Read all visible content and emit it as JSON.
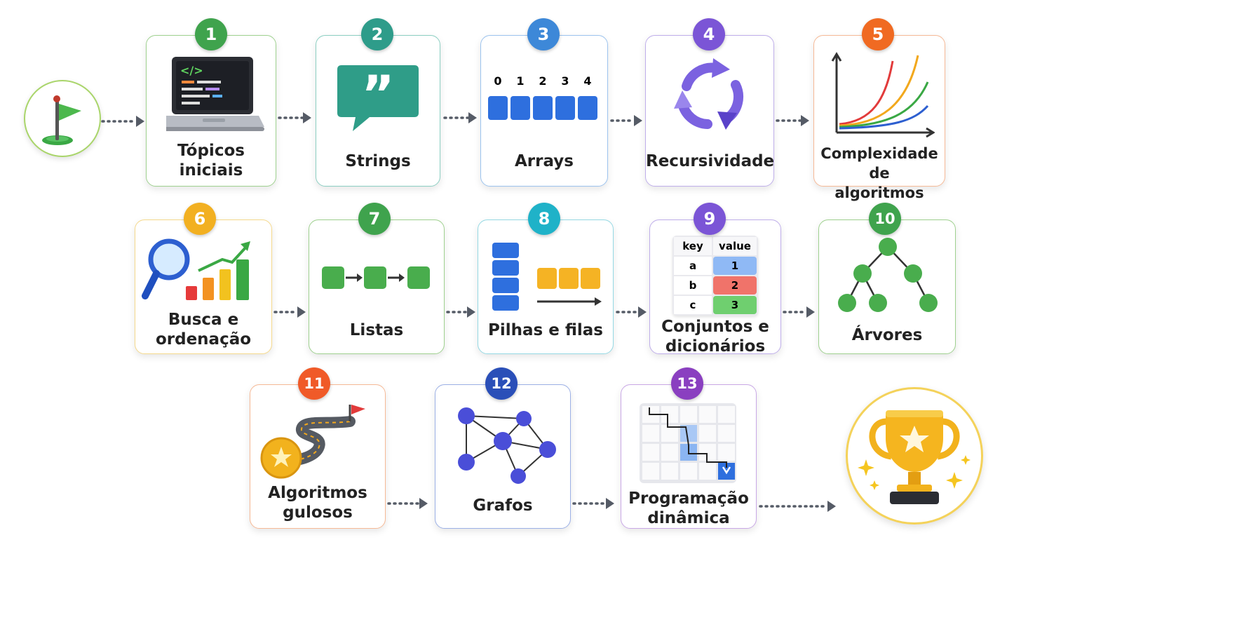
{
  "steps": [
    {
      "num": "1",
      "lines": [
        "Tópicos",
        "iniciais"
      ],
      "color": "#3fa34d",
      "border": "#9fd18f"
    },
    {
      "num": "2",
      "lines": [
        "Strings"
      ],
      "color": "#2e9c8a",
      "border": "#8ccfc2"
    },
    {
      "num": "3",
      "lines": [
        "Arrays"
      ],
      "color": "#3d88d8",
      "border": "#9cc3ee"
    },
    {
      "num": "4",
      "lines": [
        "Recursividade"
      ],
      "color": "#7b55d6",
      "border": "#bfaeea"
    },
    {
      "num": "5",
      "lines": [
        "Complexidade de",
        "algoritmos"
      ],
      "color": "#f06a22",
      "border": "#f6b996"
    },
    {
      "num": "6",
      "lines": [
        "Busca e",
        "ordenação"
      ],
      "color": "#f2b021",
      "border": "#f5d98c"
    },
    {
      "num": "7",
      "lines": [
        "Listas"
      ],
      "color": "#3fa34d",
      "border": "#9fd18f"
    },
    {
      "num": "8",
      "lines": [
        "Pilhas e filas"
      ],
      "color": "#1fb2c8",
      "border": "#95d9e4"
    },
    {
      "num": "9",
      "lines": [
        "Conjuntos e",
        "dicionários"
      ],
      "color": "#7b55d6",
      "border": "#bfaeea"
    },
    {
      "num": "10",
      "lines": [
        "Árvores"
      ],
      "color": "#3fa34d",
      "border": "#9fd18f"
    },
    {
      "num": "11",
      "lines": [
        "Algoritmos",
        "gulosos"
      ],
      "color": "#f05a28",
      "border": "#f6b996"
    },
    {
      "num": "12",
      "lines": [
        "Grafos"
      ],
      "color": "#2a4fb8",
      "border": "#9cb0e6"
    },
    {
      "num": "13",
      "lines": [
        "Programação",
        "dinâmica"
      ],
      "color": "#8a3fc0",
      "border": "#c9a8e6"
    }
  ],
  "array_indices": [
    "0",
    "1",
    "2",
    "3",
    "4"
  ],
  "dict_table": {
    "headers": [
      "key",
      "value"
    ],
    "rows": [
      [
        "a",
        "1"
      ],
      [
        "b",
        "2"
      ],
      [
        "c",
        "3"
      ]
    ]
  },
  "start_icon": "flag-icon",
  "finish_icon": "trophy-icon"
}
